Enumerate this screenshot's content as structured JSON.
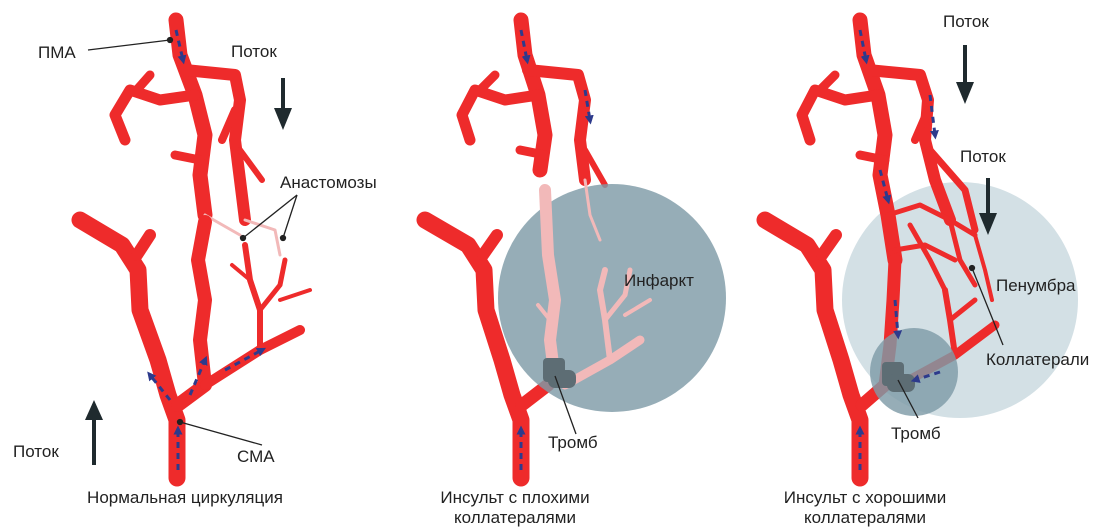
{
  "colors": {
    "artery": "#ee2b2b",
    "artery_pale": "#f2b9b9",
    "infarct": "#7f9ba7",
    "penumbra": "#d3e0e5",
    "thrombus": "#5d6d74",
    "flow_marker": "#2d3a8c",
    "arrow": "#1f2a2e"
  },
  "panels": [
    {
      "caption_lines": [
        "Нормальная циркуляция"
      ],
      "labels": {
        "pma": "ПМА",
        "flow_top": "Поток",
        "anastomoses": "Анастомозы",
        "flow_bottom": "Поток",
        "sma": "СМА"
      }
    },
    {
      "caption_lines": [
        "Инсульт с плохими",
        "коллатералями"
      ],
      "labels": {
        "infarct": "Инфаркт",
        "thrombus": "Тромб"
      }
    },
    {
      "caption_lines": [
        "Инсульт с хорошими",
        "коллатералями"
      ],
      "labels": {
        "flow_top": "Поток",
        "flow_mid": "Поток",
        "penumbra": "Пенумбра",
        "collaterals": "Коллатерали",
        "thrombus": "Тромб"
      }
    }
  ]
}
